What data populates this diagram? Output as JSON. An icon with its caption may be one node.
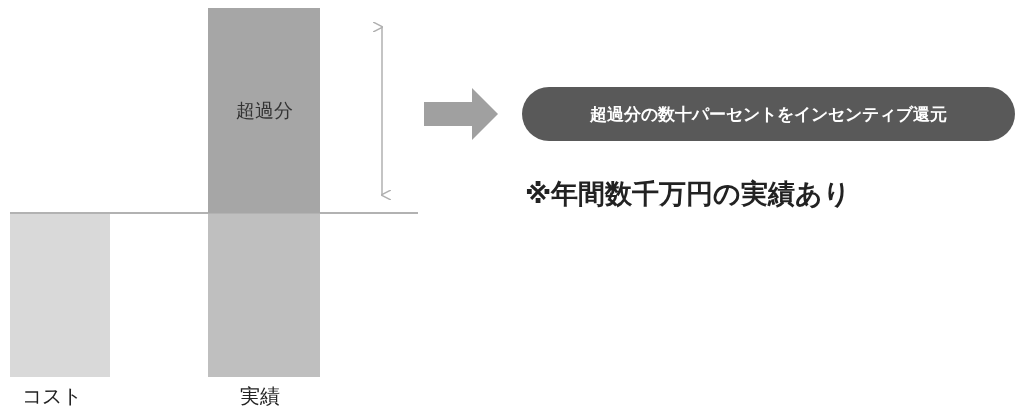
{
  "diagram": {
    "nodes": [
      {
        "text": [],
        "shape": "bar",
        "beside": [
          "コスト"
        ]
      },
      {
        "text": [
          "超過分"
        ]
      },
      {
        "text": [],
        "shape": "bar",
        "beside": [
          "実績"
        ]
      },
      {
        "text": [
          "超過分の数十パーセントをインセンティブ還元"
        ]
      }
    ],
    "edges": [
      {
        "from": 1,
        "to": 3,
        "arrow": "to"
      }
    ],
    "labels": [
      "※年間数千万円の実績あり"
    ]
  }
}
